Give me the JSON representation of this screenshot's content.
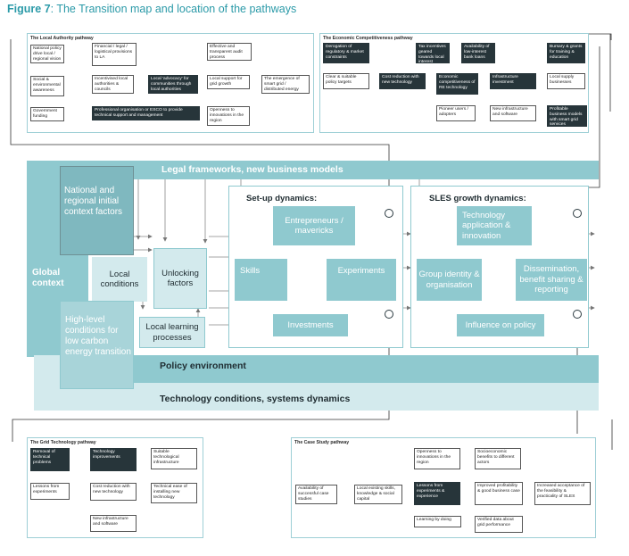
{
  "figure": {
    "label": "Figure 7",
    "title": ": The Transition map and location of the pathways"
  },
  "local_authority": {
    "title": "The Local Authority pathway",
    "boxes": [
      "National policy drive local / regional vision",
      "Financial / legal / logistical provisions to LA",
      "Effective and transparent audit process",
      "Social & environmental awareness",
      "Incentivised local authorities & councils",
      "Local 'advocacy' for communities through local authorities",
      "Local support for grid growth",
      "The emergence of smart grid / distributed energy",
      "Government funding",
      "Professional organisation or ESCO to provide technical support and management",
      "Openness to innovations in the region"
    ]
  },
  "economic": {
    "title": "The Economic Competitiveness pathway",
    "boxes": [
      "Derogation of regulatory & market constraints",
      "Tax incentives geared towards local interest",
      "Availability of low-interest bank loans",
      "Bursary & grants for training & education",
      "Clear & suitable policy targets",
      "Cost reduction with new technology",
      "Economic competitiveness of RE technology",
      "Infrastructure investment",
      "Local supply businesses",
      "Pioneer users / adopters",
      "New infrastructure and software",
      "Profitable business models with smart grid services"
    ]
  },
  "bands": {
    "legal": "Legal frameworks, new business models",
    "policy": "Policy environment",
    "technology": "Technology conditions, systems dynamics"
  },
  "left": {
    "national": "National and regional initial context factors",
    "global": "Global context",
    "high_level": "High-level conditions for low carbon energy transition",
    "local_conditions": "Local conditions",
    "unlocking": "Unlocking factors",
    "local_learning": "Local learning processes"
  },
  "setup": {
    "title": "Set-up dynamics:",
    "entrepreneurs": "Entrepreneurs / mavericks",
    "skills": "Skills",
    "experiments": "Experiments",
    "investments": "Investments"
  },
  "growth": {
    "title": "SLES growth dynamics:",
    "technology": "Technology application & innovation",
    "group": "Group identity & organisation",
    "dissemination": "Dissemination, benefit sharing & reporting",
    "influence": "Influence on policy"
  },
  "grid": {
    "title": "The Grid Technology pathway",
    "boxes": [
      "Removal of technical problems",
      "Technology improvements",
      "Suitable technological infrastructure",
      "Lessons from experiments",
      "Cost reduction with new technology",
      "Technical ease of installing new technology",
      "New infrastructure and software"
    ]
  },
  "case_study": {
    "title": "The Case Study pathway",
    "boxes": [
      "Openness to innovations in the region",
      "Socioeconomic benefits to different actors",
      "Availability of successful case studies",
      "Local existing skills, knowledge & social capital",
      "Lessons from experiments & experience",
      "Improved profitability & good business case",
      "Increased acceptance of the feasibility & practicality of SLES",
      "Learning by doing",
      "Verified data about grid performance"
    ]
  },
  "colors": {
    "band": "#8fc9cf",
    "band_light": "#d3eaed",
    "dark_box": "#27353a",
    "title": "#2b9aa8"
  }
}
